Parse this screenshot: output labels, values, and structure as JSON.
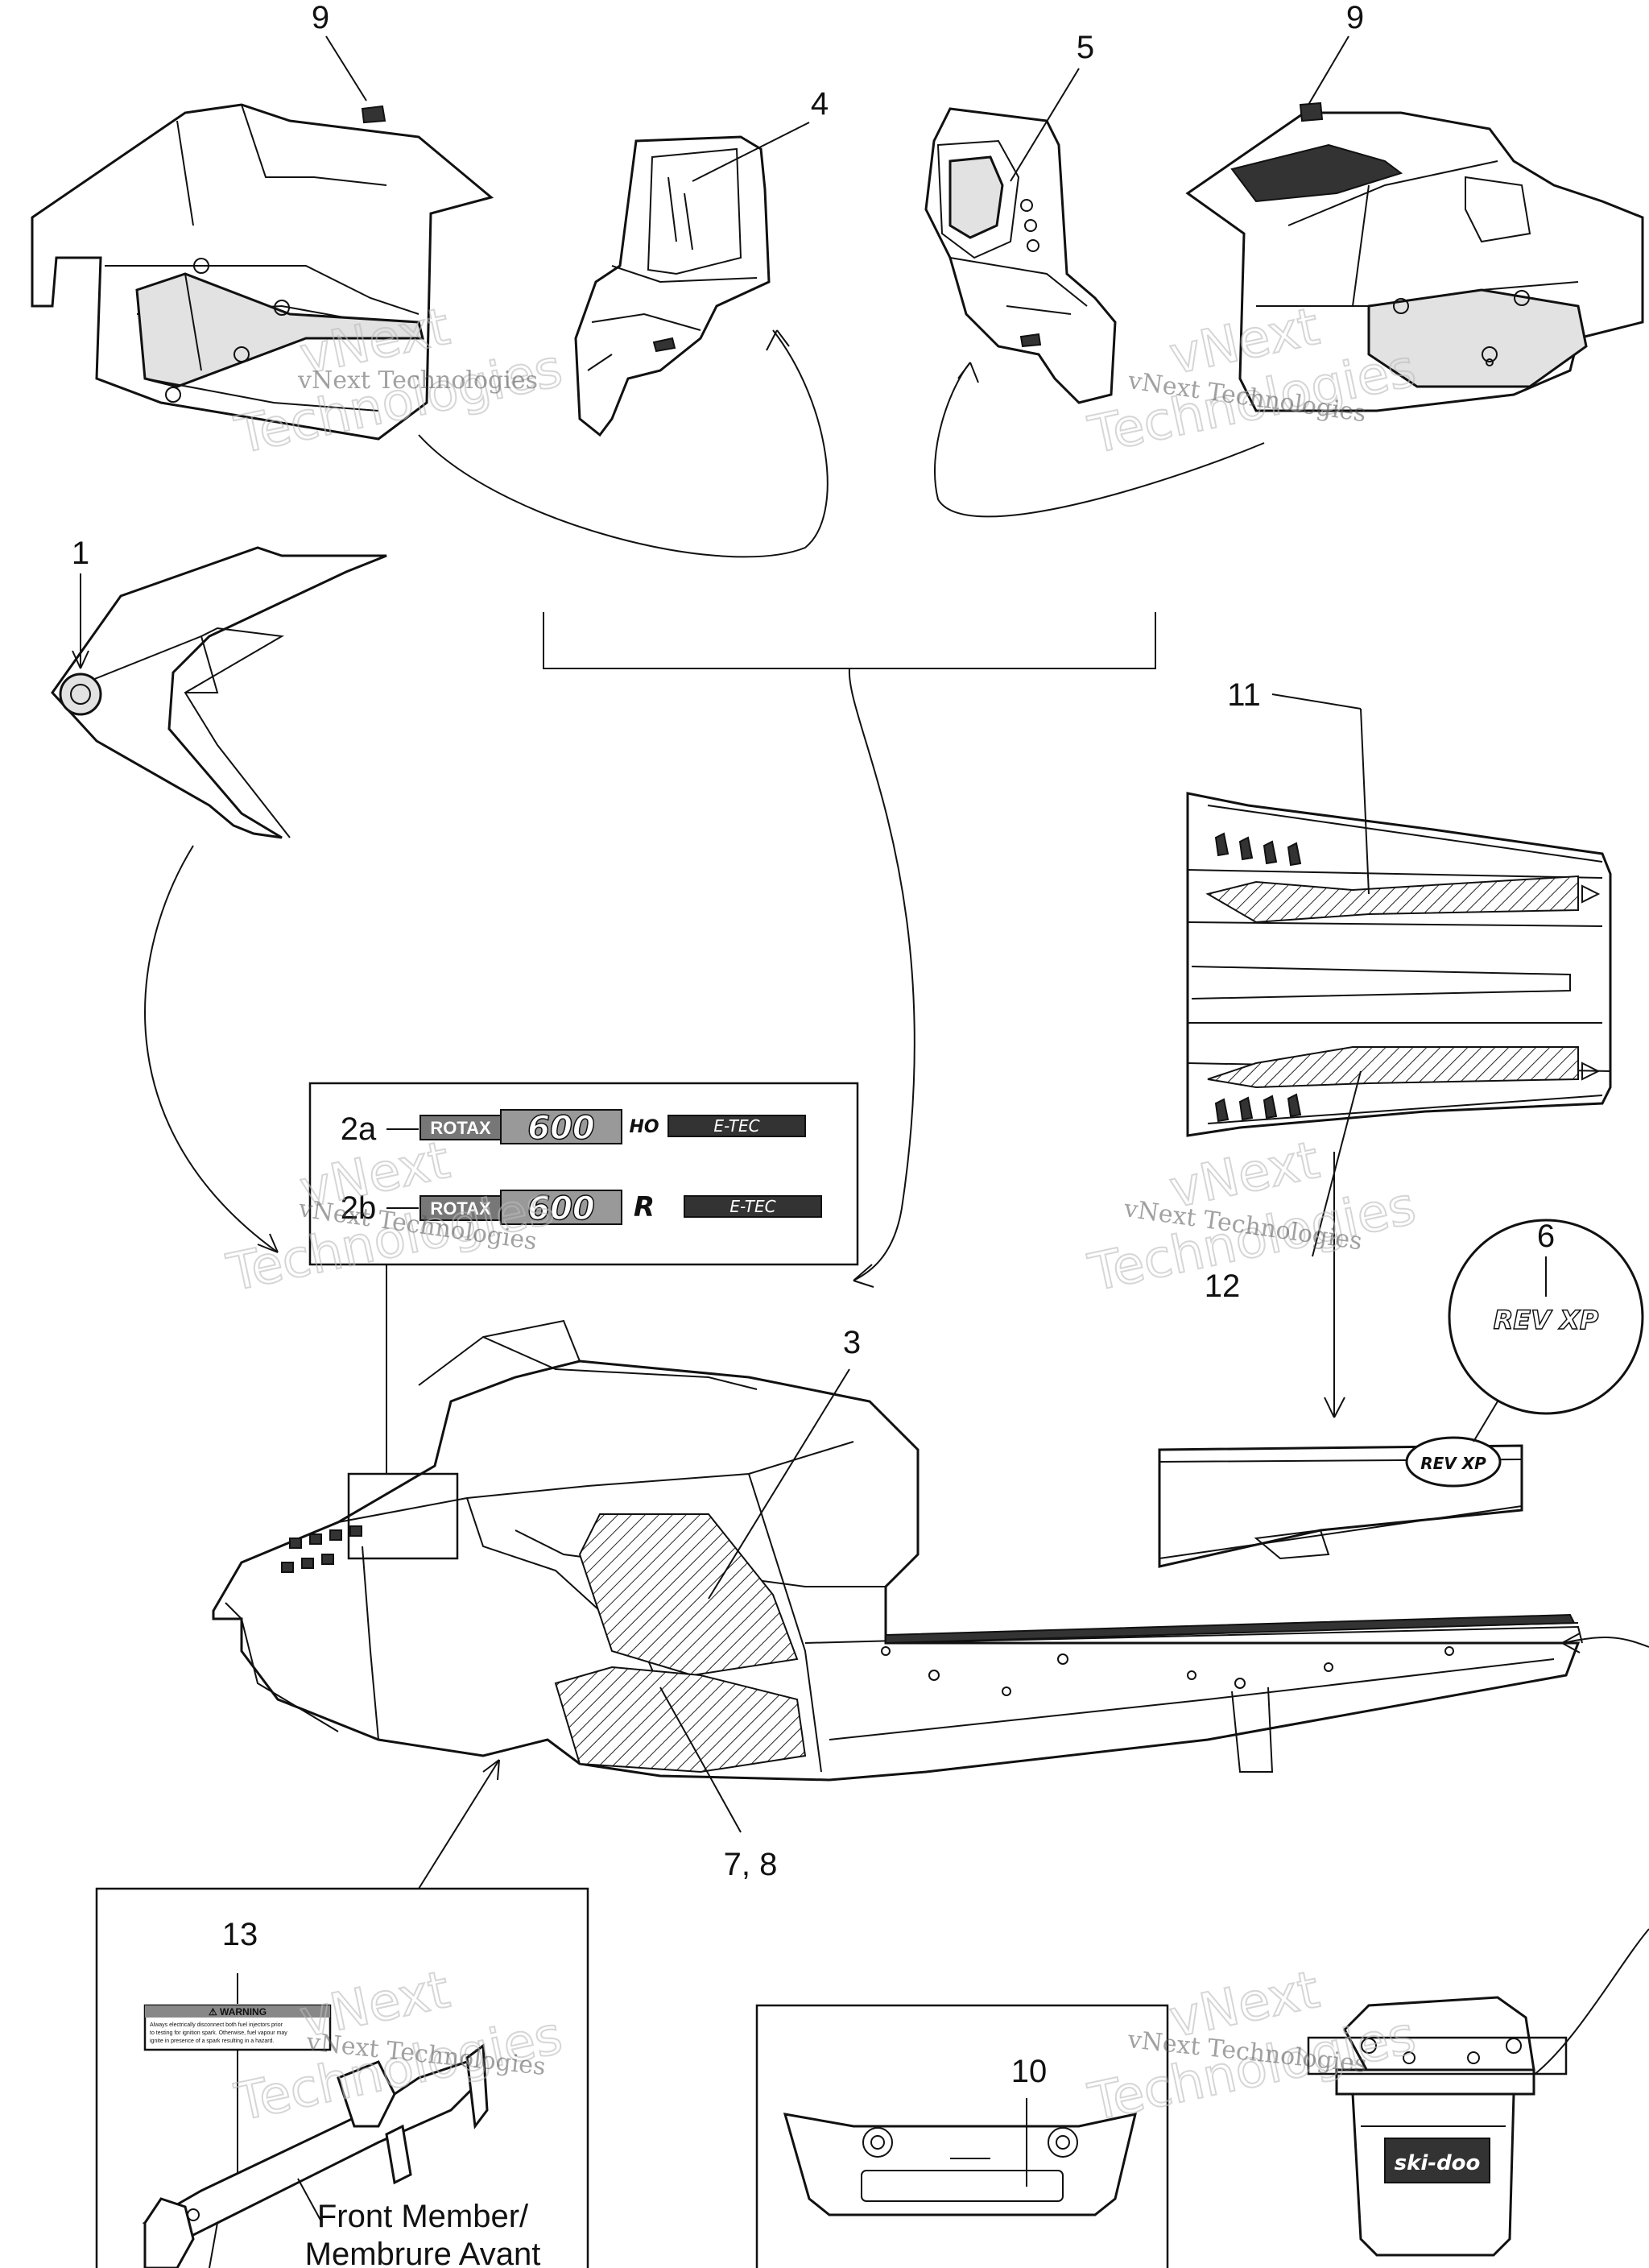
{
  "callouts": {
    "c1": "1",
    "c2a": "2a",
    "c2b": "2b",
    "c3": "3",
    "c4": "4",
    "c5": "5",
    "c6": "6",
    "c78": "7, 8",
    "c9_left": "9",
    "c9_right": "9",
    "c10": "10",
    "c11": "11",
    "c12": "12",
    "c13": "13"
  },
  "decals": {
    "d2a_brand": "ROTAX",
    "d2a_model": "600",
    "d2a_suffix": "HO",
    "d2a_etec": "E-TEC",
    "d2b_brand": "ROTAX",
    "d2b_model": "600",
    "d2b_suffix": "R",
    "d2b_etec": "E-TEC",
    "rev_xp": "REV XP",
    "ski_doo": "ski-doo",
    "warning_title": "⚠ WARNING",
    "warning_body_1": "Always electrically disconnect both fuel injectors prior",
    "warning_body_2": "to testing for ignition spark. Otherwise, fuel vapour may",
    "warning_body_3": "ignite in presence of a spark resulting in a hazard."
  },
  "captions": {
    "front_member_line1": "Front Member/",
    "front_member_line2": "Membrure Avant"
  },
  "watermark": {
    "small": "vNext Technologies",
    "big_line1": "vNext",
    "big_line2": "Technologies"
  },
  "colors": {
    "line": "#111111",
    "fill": "#ffffff",
    "shade": "#e2e2e2"
  }
}
